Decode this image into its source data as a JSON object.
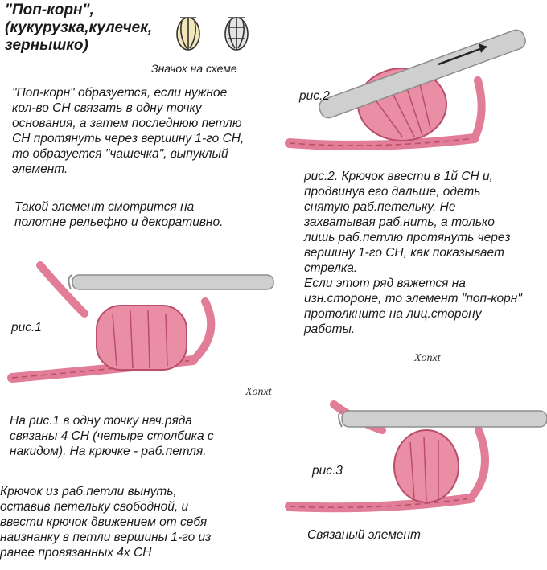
{
  "title": "\"Поп-корн\",\n(кукурузка,кулечек,\nзернышко)",
  "symbol_caption": "Значок на схеме",
  "intro": "\"Поп-корн\" образуется, если нужное\nкол-во СН связать в одну точку\nоснования, а затем последнюю петлю\nСН протянуть через вершину 1-го СН,\nто образуется \"чашечка\", выпуклый\nэлемент.",
  "decor": "Такой элемент смотрится на\nполотне рельефно и декоративно.",
  "fig1_label": "рис.1",
  "fig2_label": "рис.2",
  "fig3_label": "рис.3",
  "fig2_text": "рис.2. Крючок ввести в 1й СН и,\nпродвинув его дальше, одеть\nснятую раб.петельку. Не\nзахватывая раб.нить, а только\nлишь раб.петлю протянуть через\nвершину 1-го СН, как показывает\nстрелка.\n Если этот ряд вяжется на\nизн.стороне, то элемент \"поп-корн\"\nпротолкните на лиц.сторону\nработы.",
  "sig1": "Xonxt",
  "sig2": "Xonxt",
  "fig1_text": "На рис.1 в одну точку нач.ряда\nсвязаны 4 СН (четыре столбика с\nнакидом). На крючке - раб.петля.",
  "hook_text": "Крючок из раб.петли вынуть,\nоставив петельку свободной, и\nввести крючок движением от себя\nнаизнанку в петли вершины 1-го из\nранее провязанных 4х СН",
  "fig3_caption": "Связаный элемент",
  "colors": {
    "yarn": "#e27d97",
    "yarn_dark": "#b94d6a",
    "hook": "#cfcfcf",
    "hook_dark": "#8d8d8d",
    "text": "#1a1a1a"
  }
}
